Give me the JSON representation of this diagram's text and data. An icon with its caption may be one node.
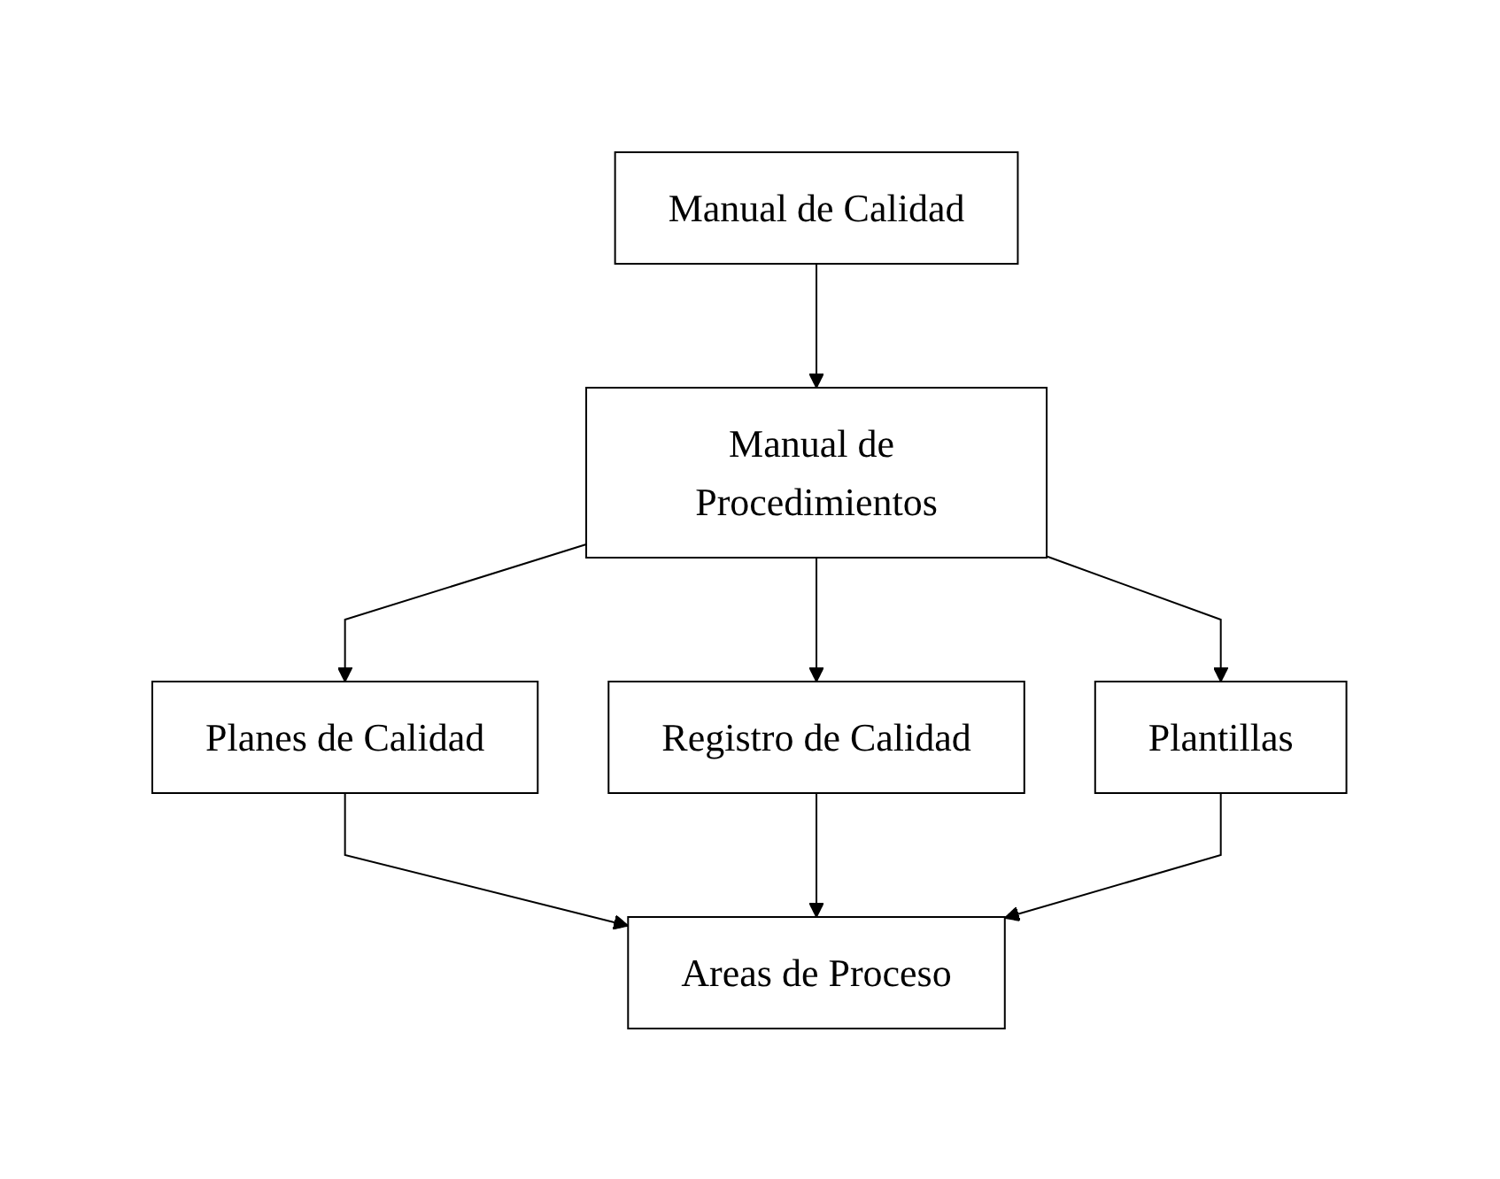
{
  "diagram": {
    "nodes": [
      {
        "text": [
          "Manual de Calidad"
        ]
      },
      {
        "text": [
          "Manual de Procedimientos"
        ]
      },
      {
        "text": [
          "Planes de Calidad"
        ]
      },
      {
        "text": [
          "Registro de Calidad"
        ]
      },
      {
        "text": [
          "Plantillas"
        ]
      },
      {
        "text": [
          "Areas de Proceso"
        ]
      }
    ],
    "edges": [
      {
        "from": 0,
        "to": 1,
        "arrow": "to"
      },
      {
        "from": 1,
        "to": 2,
        "arrow": "to"
      },
      {
        "from": 1,
        "to": 3,
        "arrow": "to"
      },
      {
        "from": 1,
        "to": 4,
        "arrow": "to"
      },
      {
        "from": 2,
        "to": 5,
        "arrow": "to"
      },
      {
        "from": 3,
        "to": 5,
        "arrow": "to"
      },
      {
        "from": 4,
        "to": 5,
        "arrow": "to"
      }
    ]
  }
}
